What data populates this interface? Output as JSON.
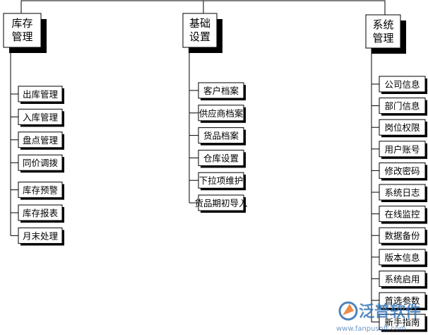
{
  "diagram": {
    "columns": [
      {
        "title_lines": [
          "库存",
          "管理"
        ],
        "items": [
          "出库管理",
          "入库管理",
          "盘点管理",
          "同价调拨",
          "库存预警",
          "库存报表",
          "月末处理"
        ]
      },
      {
        "title_lines": [
          "基础",
          "设置"
        ],
        "items": [
          "客户档案",
          "供应商档案",
          "货品档案",
          "仓库设置",
          "下拉项维护",
          "货品期初导入"
        ]
      },
      {
        "title_lines": [
          "系统",
          "管理"
        ],
        "items": [
          "公司信息",
          "部门信息",
          "岗位权限",
          "用户账号",
          "修改密码",
          "系统日志",
          "在线监控",
          "数据备份",
          "版本信息",
          "系统启用",
          "首选参数",
          "新手指南"
        ]
      }
    ]
  },
  "watermark": {
    "brand": "泛普软件",
    "url": "www.fanpusoft.com"
  },
  "colors": {
    "line": "#000000",
    "shadow": "#000000",
    "box_fill": "#ffffff",
    "watermark": "#2f6fb3",
    "watermark_accent": "#e8792b"
  }
}
